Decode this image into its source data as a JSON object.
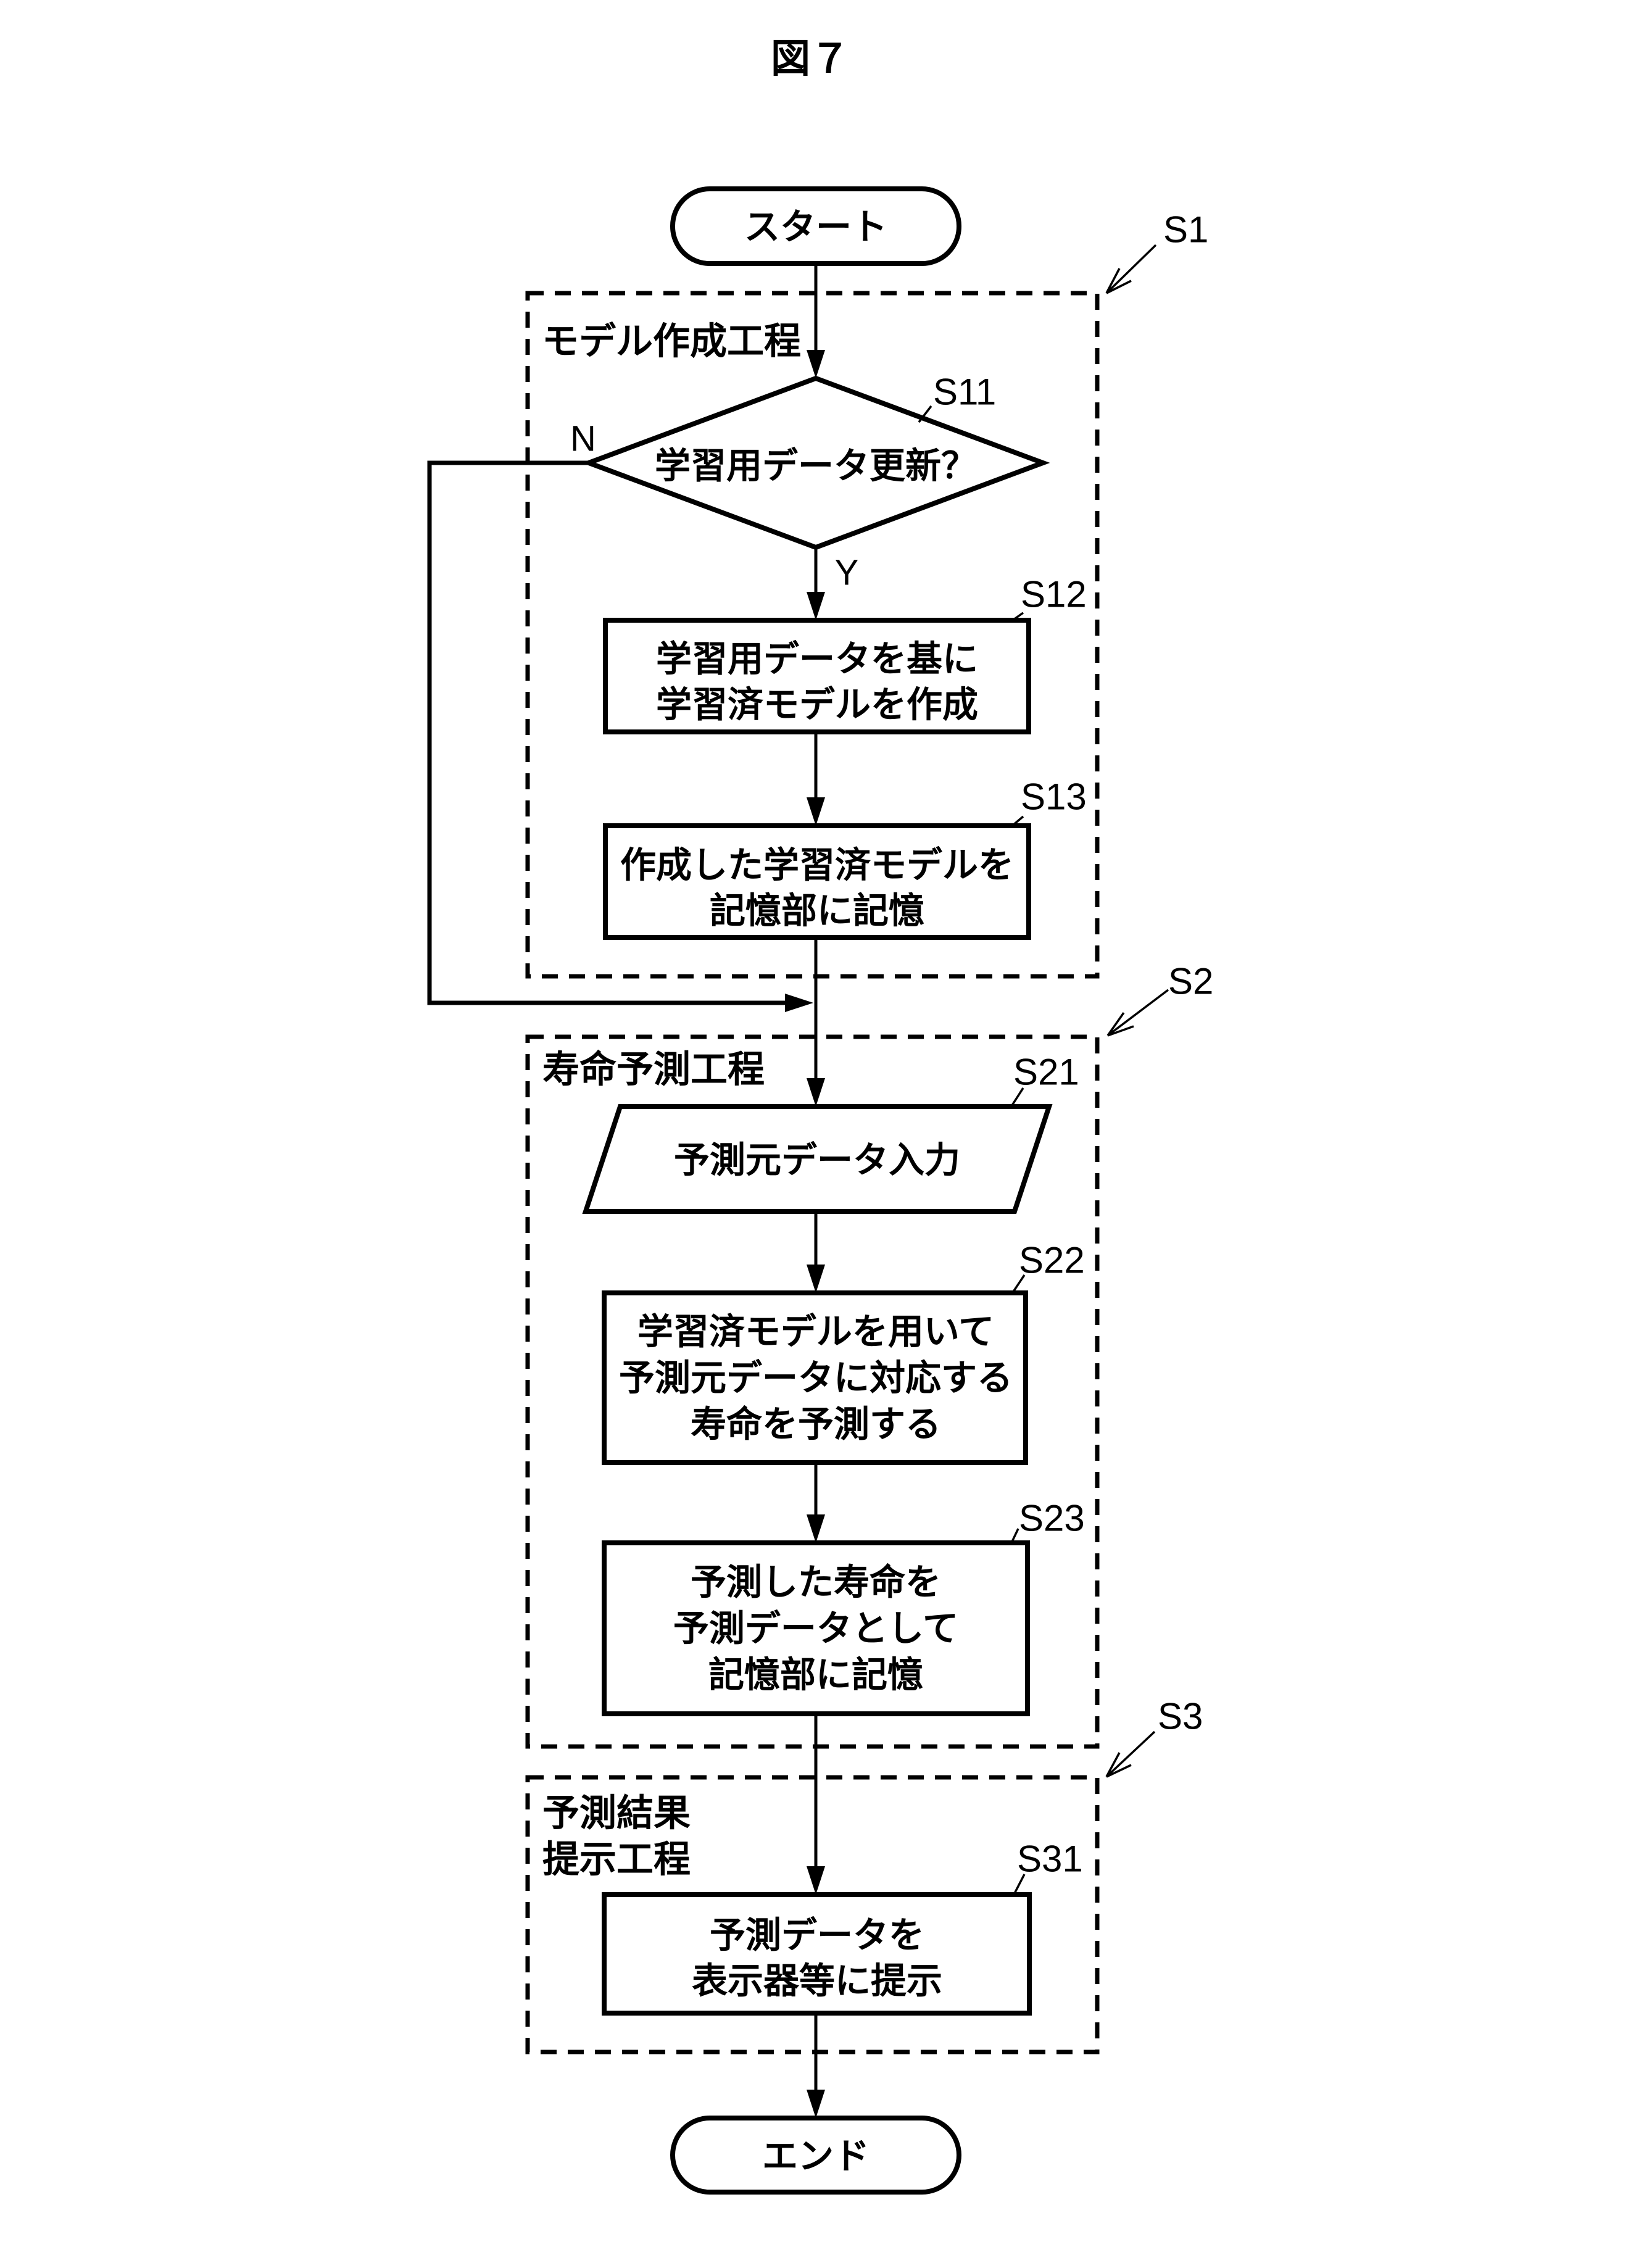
{
  "title": "図７",
  "terminals": {
    "start": "スタート",
    "end": "エンド"
  },
  "sections": {
    "s1": {
      "ref": "S1",
      "label": "モデル作成工程"
    },
    "s2": {
      "ref": "S2",
      "label": "寿命予測工程"
    },
    "s3": {
      "ref": "S3",
      "label_lines": [
        "予測結果",
        "提示工程"
      ]
    }
  },
  "steps": {
    "s11": {
      "ref": "S11",
      "text": "学習用データ更新？"
    },
    "s12": {
      "ref": "S12",
      "lines": [
        "学習用データを基に",
        "学習済モデルを作成"
      ]
    },
    "s13": {
      "ref": "S13",
      "lines": [
        "作成した学習済モデルを",
        "記憶部に記憶"
      ]
    },
    "s21": {
      "ref": "S21",
      "text": "予測元データ入力"
    },
    "s22": {
      "ref": "S22",
      "lines": [
        "学習済モデルを用いて",
        "予測元データに対応する",
        "寿命を予測する"
      ]
    },
    "s23": {
      "ref": "S23",
      "lines": [
        "予測した寿命を",
        "予測データとして",
        "記憶部に記憶"
      ]
    },
    "s31": {
      "ref": "S31",
      "lines": [
        "予測データを",
        "表示器等に提示"
      ]
    }
  },
  "branches": {
    "no": "N",
    "yes": "Y"
  },
  "colors": {
    "ink": "#000000",
    "paper": "#ffffff"
  }
}
